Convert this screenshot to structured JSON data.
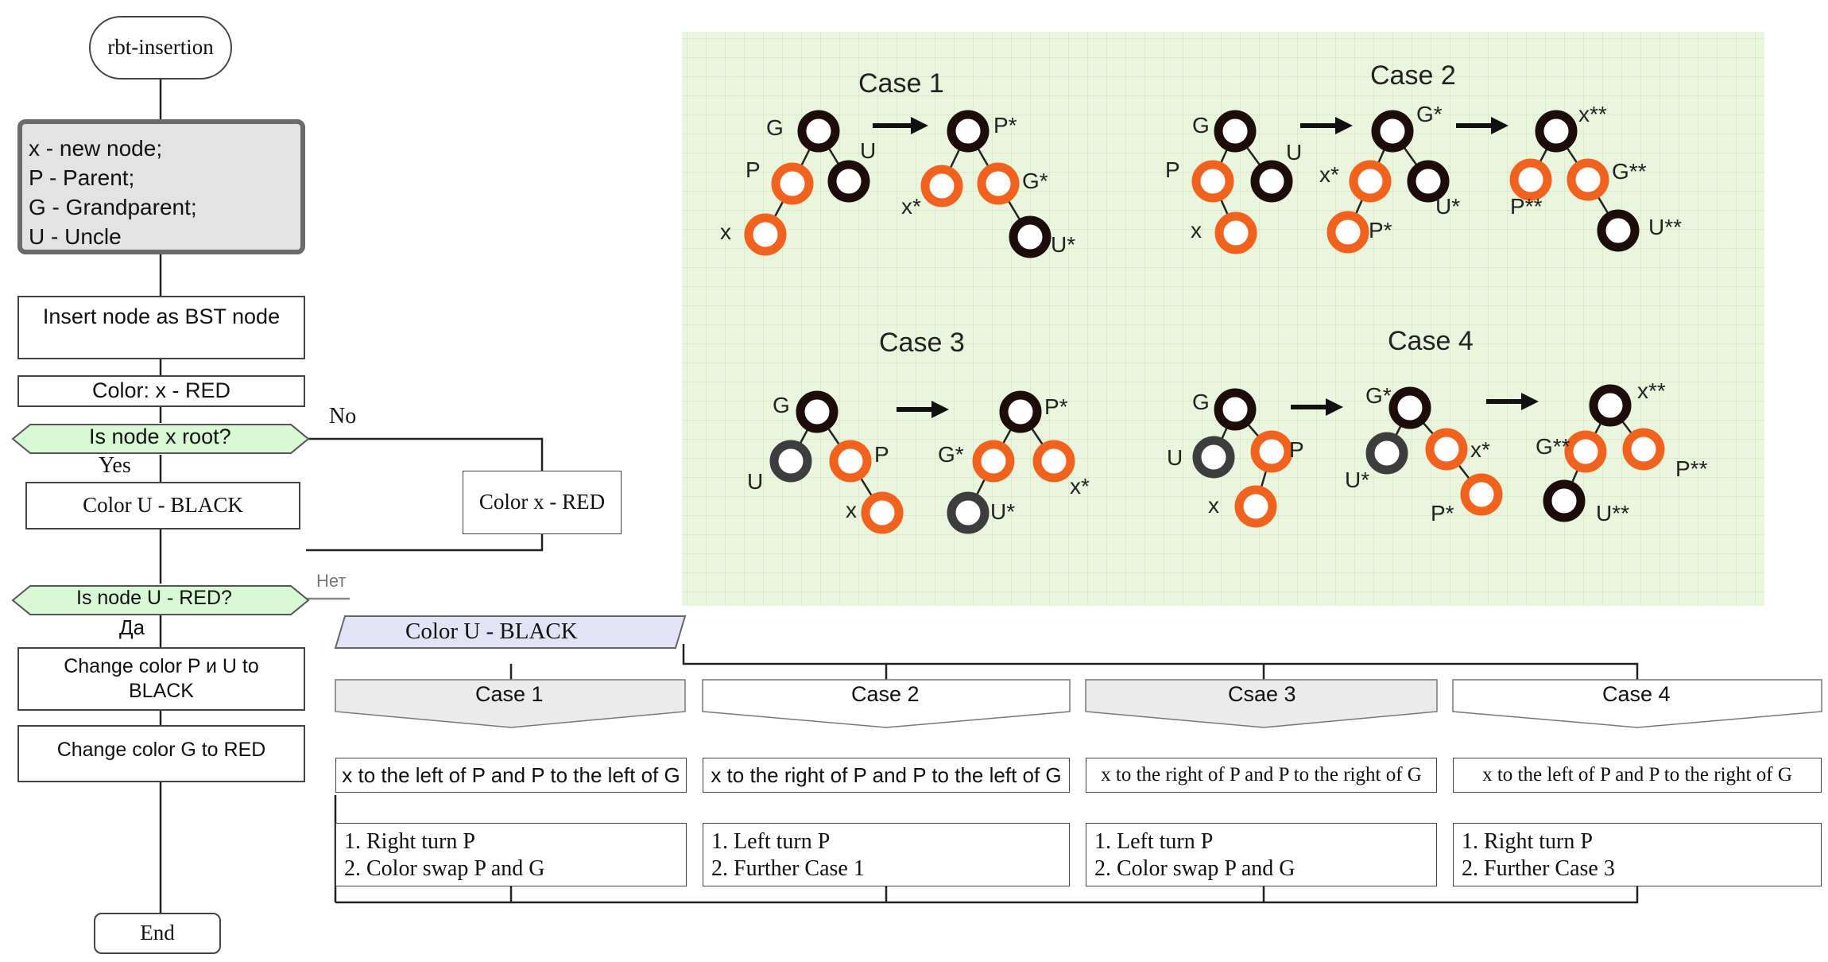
{
  "flow": {
    "start": "rbt-insertion",
    "legend": [
      "x - new node;",
      "P - Parent;",
      "G - Grandparent;",
      "U - Uncle"
    ],
    "insert": "Insert node as BST node",
    "color_x_red_top": "Color: x - RED",
    "is_root": "Is node x root?",
    "no_label": "No",
    "yes_label": "Yes",
    "color_u_black_left": "Color U - BLACK",
    "color_x_red_right": "Color x - RED",
    "is_u_red": "Is node U - RED?",
    "net_label": "Нет",
    "da_label": "Да",
    "change_pu": "Change color P и U to BLACK",
    "change_g": "Change color G to RED",
    "color_u_black_branch": "Color U - BLACK",
    "end": "End"
  },
  "cases": [
    {
      "title": "Case 1",
      "condition": "x to the left of P and P to the left of G",
      "steps": [
        "1.  Right turn P",
        "2. Color swap P and G"
      ],
      "shaded": true
    },
    {
      "title": "Case 2",
      "condition": "x to the right of P and P to the left of G",
      "steps": [
        "1. Left turn P",
        "2. Further Case 1"
      ],
      "shaded": false
    },
    {
      "title": "Csae 3",
      "condition": "x to the right of P and P to the right of G",
      "steps": [
        "1. Left turn P",
        "2. Color swap P and G"
      ],
      "shaded": true
    },
    {
      "title": "Case 4",
      "condition": "x to the left of P and P to the right of G",
      "steps": [
        "1.  Right turn  P",
        "2. Further  Case 3"
      ],
      "shaded": false
    }
  ],
  "diagram": {
    "case_titles": [
      "Case 1",
      "Case 2",
      "Case 3",
      "Case 4"
    ],
    "colors": {
      "grid_bg": "#e9f6dd",
      "grid_line": "#cfe6bd",
      "red_node": "#f0621e",
      "black_node": "#1c0d0a",
      "gray_node": "#3d3d3d"
    },
    "node_labels": {
      "c1": [
        "G",
        "U",
        "P",
        "x",
        "P*",
        "x*",
        "G*",
        "U*"
      ],
      "c2": [
        "G",
        "U",
        "P",
        "x",
        "G*",
        "x*",
        "U*",
        "P*",
        "x**",
        "P**",
        "G**",
        "U**"
      ],
      "c3": [
        "G",
        "U",
        "P",
        "x",
        "P*",
        "G*",
        "x*",
        "U*"
      ],
      "c4": [
        "G",
        "U",
        "P",
        "x",
        "G*",
        "U*",
        "x*",
        "P*",
        "x**",
        "G**",
        "P**",
        "U**"
      ]
    }
  }
}
